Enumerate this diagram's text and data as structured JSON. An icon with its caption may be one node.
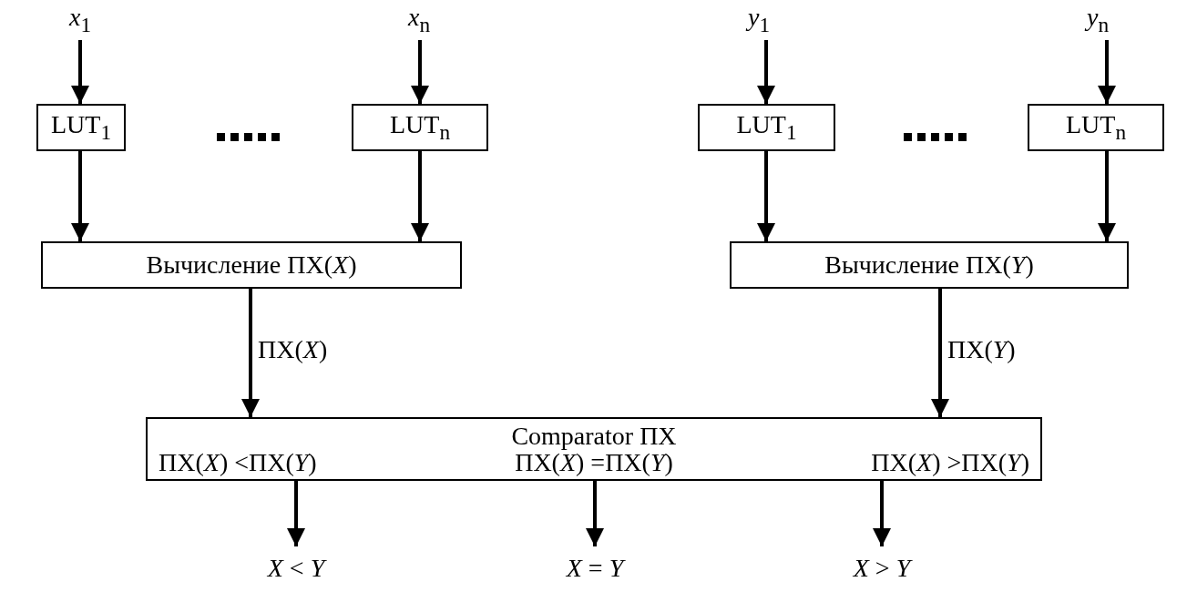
{
  "diagram": {
    "nodes": [
      {
        "text": [
          "*x*$_{1}$"
        ]
      },
      {
        "text": [
          "*x*$_{n}$"
        ]
      },
      {
        "text": [
          "*y*$_{1}$"
        ]
      },
      {
        "text": [
          "*y*$_{n}$"
        ]
      },
      {
        "text": [
          "LUT$_{1}$"
        ]
      },
      {
        "text": [
          "LUT$_{n}$"
        ]
      },
      {
        "text": [
          "LUT$_{1}$"
        ]
      },
      {
        "text": [
          "LUT$_{n}$"
        ]
      },
      {
        "text": [
          "Вычисление ПХ(*X*)"
        ]
      },
      {
        "text": [
          "Вычисление ПХ(*Y*)"
        ]
      },
      {
        "text": [
          "Comparator ПХ",
          "ПХ(*X*) <ПХ(*Y*)",
          "ПХ(*X*) =ПХ(*Y*)",
          "ПХ(*X*) >ПХ(*Y*)"
        ]
      },
      {
        "text": [
          "*X* < *Y*"
        ]
      },
      {
        "text": [
          "*X* = *Y*"
        ]
      },
      {
        "text": [
          "*X* > *Y*"
        ]
      }
    ],
    "edges": [
      {
        "from": 0,
        "to": 4,
        "arrow": "to"
      },
      {
        "from": 1,
        "to": 5,
        "arrow": "to"
      },
      {
        "from": 2,
        "to": 6,
        "arrow": "to"
      },
      {
        "from": 3,
        "to": 7,
        "arrow": "to"
      },
      {
        "from": 4,
        "to": 8,
        "arrow": "to"
      },
      {
        "from": 5,
        "to": 8,
        "arrow": "to"
      },
      {
        "from": 6,
        "to": 9,
        "arrow": "to"
      },
      {
        "from": 7,
        "to": 9,
        "arrow": "to"
      },
      {
        "from": 8,
        "to": 10,
        "arrow": "to",
        "label": "ПХ(*X*)"
      },
      {
        "from": 9,
        "to": 10,
        "arrow": "to",
        "label": "ПХ(*Y*)"
      },
      {
        "from": 10,
        "to": 11,
        "arrow": "to"
      },
      {
        "from": 10,
        "to": 12,
        "arrow": "to"
      },
      {
        "from": 10,
        "to": 13,
        "arrow": "to"
      }
    ]
  }
}
